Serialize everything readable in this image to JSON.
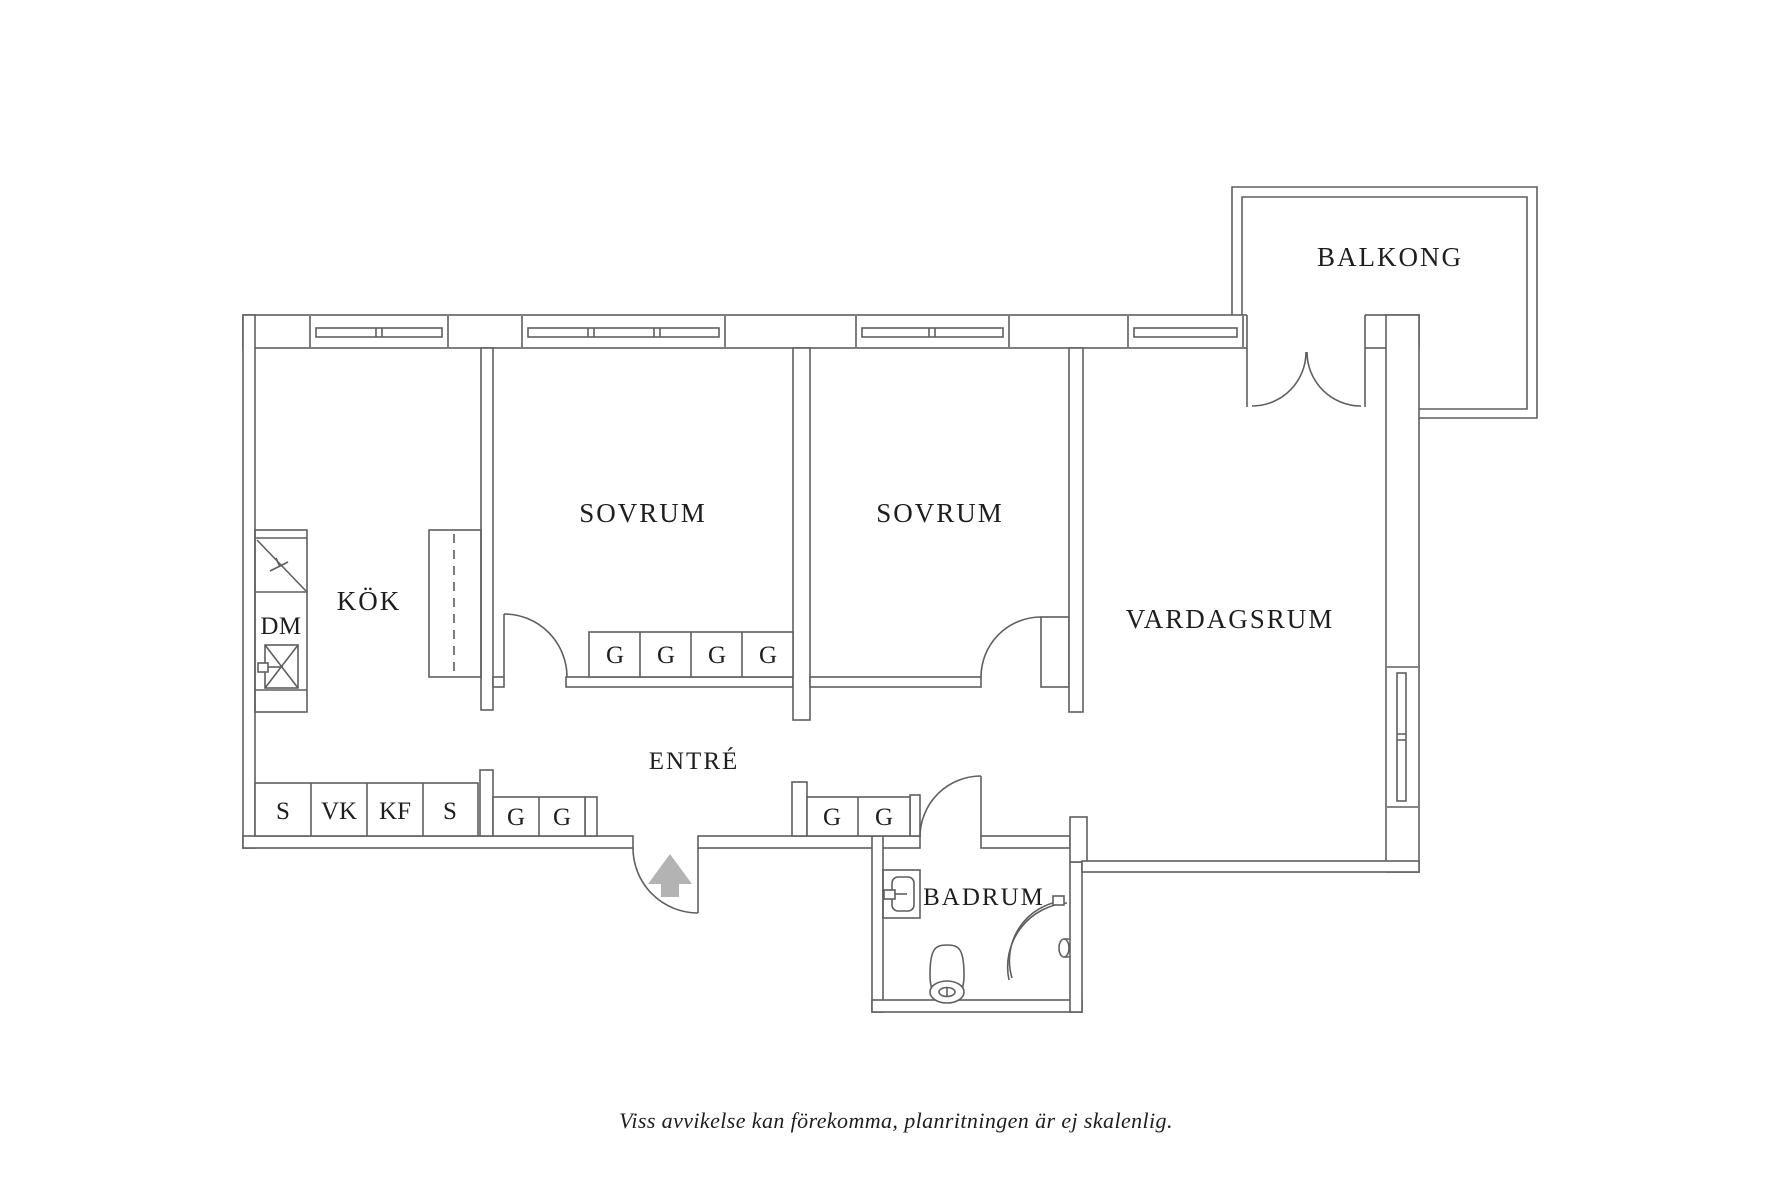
{
  "floorplan": {
    "rooms": {
      "balkong": {
        "label": "BALKONG"
      },
      "sovrum_left": {
        "label": "SOVRUM"
      },
      "sovrum_right": {
        "label": "SOVRUM"
      },
      "kok": {
        "label": "KÖK"
      },
      "vardagsrum": {
        "label": "VARDAGSRUM"
      },
      "entre": {
        "label": "ENTRÉ"
      },
      "badrum": {
        "label": "BADRUM"
      }
    },
    "appliances": {
      "dm": {
        "label": "DM"
      }
    },
    "closets": {
      "sovrum_wardrobes": [
        "G",
        "G",
        "G",
        "G"
      ],
      "hall_units": [
        "S",
        "VK",
        "KF",
        "S"
      ],
      "hall_wardrobes_left": [
        "G",
        "G"
      ],
      "hall_wardrobes_right": [
        "G",
        "G"
      ]
    },
    "caption": "Viss avvikelse kan förekomma, planritningen är ej skalenlig.",
    "colors": {
      "wall_line": "#5f5f5f",
      "text": "#1e1e1e",
      "arrow": "#b3b3b3",
      "background": "#ffffff"
    }
  }
}
